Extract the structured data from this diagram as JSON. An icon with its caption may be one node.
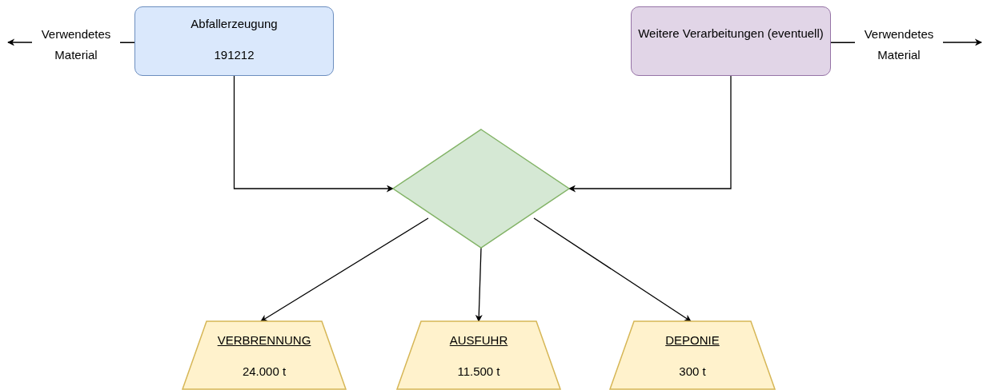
{
  "diagram": {
    "nodes": [
      {
        "text": [
          "Abfallerzeugung",
          "191212"
        ]
      },
      {
        "text": [
          "Weitere Verarbeitungen (eventuell)"
        ]
      },
      {
        "text": [],
        "shape": "diamond"
      },
      {
        "text": [
          "VERBRENNUNG",
          "24.000 t"
        ]
      },
      {
        "text": [
          "AUSFUHR",
          "11.500 t"
        ]
      },
      {
        "text": [
          "DEPONIE",
          "300 t"
        ]
      }
    ],
    "edges": [
      {
        "from": 0,
        "to": null,
        "arrow": "to",
        "label": "Verwendetes Material"
      },
      {
        "from": 1,
        "to": null,
        "arrow": "to",
        "label": "Verwendetes Material"
      },
      {
        "from": 0,
        "to": 2,
        "arrow": "to"
      },
      {
        "from": 1,
        "to": 2,
        "arrow": "to"
      },
      {
        "from": 2,
        "to": 3,
        "arrow": "to"
      },
      {
        "from": 2,
        "to": 4,
        "arrow": "to"
      },
      {
        "from": 2,
        "to": 5,
        "arrow": "to"
      }
    ]
  }
}
